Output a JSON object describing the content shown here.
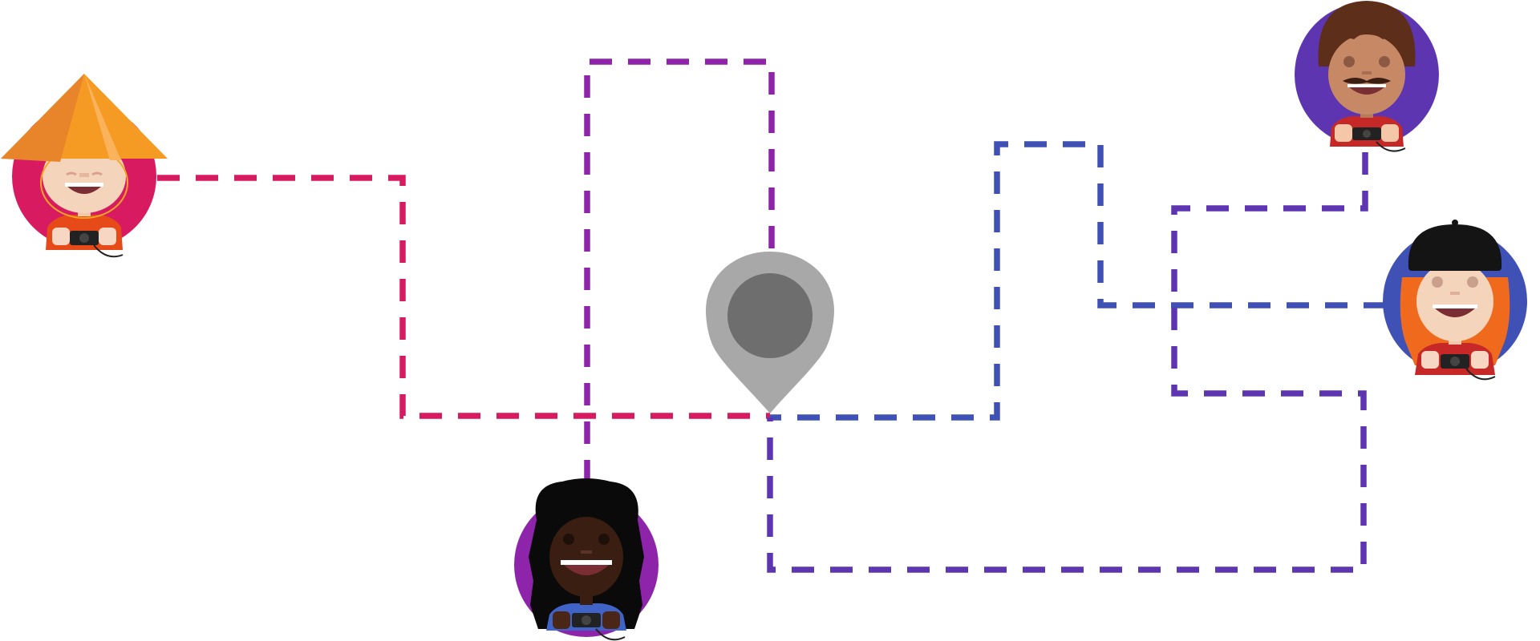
{
  "scene": {
    "description_visible_text": "",
    "pin": {
      "outer_color": "#a8a8a8",
      "inner_color": "#6e6e6e",
      "icon": "location-pin-icon"
    },
    "routes": [
      {
        "id": "route-1",
        "color": "#d81b60",
        "connects": [
          "avatar-1",
          "location-pin"
        ]
      },
      {
        "id": "route-2",
        "color": "#8e24aa",
        "connects": [
          "avatar-2",
          "location-pin"
        ]
      },
      {
        "id": "route-3",
        "color": "#3f51b5",
        "connects": [
          "avatar-4",
          "location-pin"
        ]
      },
      {
        "id": "route-4",
        "color": "#5e35b1",
        "connects": [
          "avatar-3",
          "location-pin"
        ]
      }
    ],
    "avatars": [
      {
        "id": "avatar-1",
        "icon": "photographer-conical-hat-icon",
        "bg_color": "#d81b60",
        "shirt_color": "#e64a19"
      },
      {
        "id": "avatar-2",
        "icon": "photographer-curly-hair-icon",
        "bg_color": "#8e24aa",
        "shirt_color": "#3f63c7"
      },
      {
        "id": "avatar-3",
        "icon": "photographer-mustache-icon",
        "bg_color": "#5e35b1",
        "shirt_color": "#c62828"
      },
      {
        "id": "avatar-4",
        "icon": "photographer-beret-icon",
        "bg_color": "#3f51b5",
        "shirt_color": "#c62828"
      }
    ]
  }
}
